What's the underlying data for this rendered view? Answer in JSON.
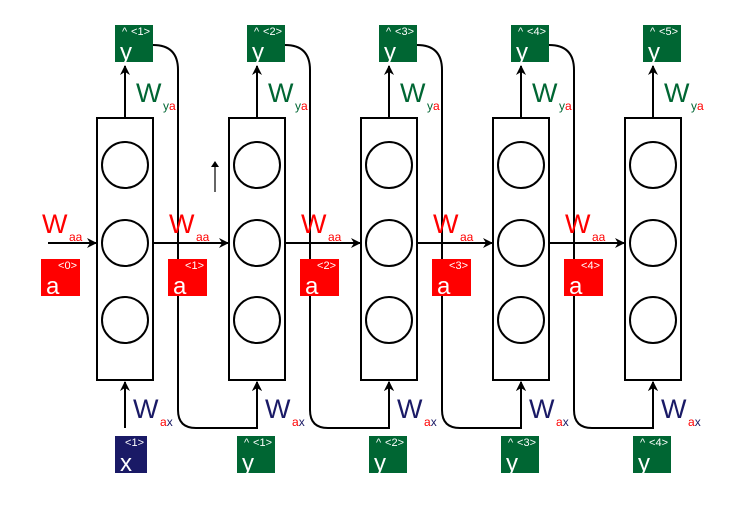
{
  "colors": {
    "output_box": "#006633",
    "input_box": "#1a1a66",
    "activation_box": "#ff0000",
    "weight_red": "#ff0000",
    "weight_green": "#006633",
    "weight_blue": "#1a1a66",
    "stroke": "#000000"
  },
  "weights": {
    "W": "W",
    "aa": "aa",
    "ya": "ya",
    "a": "a",
    "x": "x"
  },
  "outputs": [
    {
      "base": "y",
      "hat": "^",
      "sup": "<1>"
    },
    {
      "base": "y",
      "hat": "^",
      "sup": "<2>"
    },
    {
      "base": "y",
      "hat": "^",
      "sup": "<3>"
    },
    {
      "base": "y",
      "hat": "^",
      "sup": "<4>"
    },
    {
      "base": "y",
      "hat": "^",
      "sup": "<5>"
    }
  ],
  "activations": [
    {
      "base": "a",
      "sup": "<0>"
    },
    {
      "base": "a",
      "sup": "<1>"
    },
    {
      "base": "a",
      "sup": "<2>"
    },
    {
      "base": "a",
      "sup": "<3>"
    },
    {
      "base": "a",
      "sup": "<4>"
    }
  ],
  "inputs": [
    {
      "base": "x",
      "hat": "",
      "sup": "<1>",
      "kind": "input"
    },
    {
      "base": "y",
      "hat": "^",
      "sup": "<1>",
      "kind": "output"
    },
    {
      "base": "y",
      "hat": "^",
      "sup": "<2>",
      "kind": "output"
    },
    {
      "base": "y",
      "hat": "^",
      "sup": "<3>",
      "kind": "output"
    },
    {
      "base": "y",
      "hat": "^",
      "sup": "<4>",
      "kind": "output"
    }
  ]
}
